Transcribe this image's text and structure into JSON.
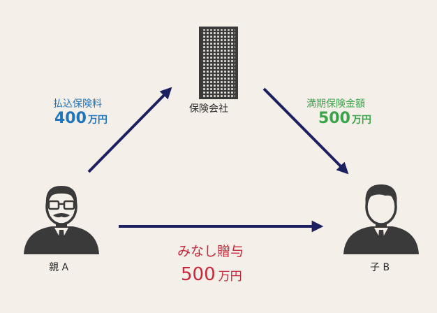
{
  "nodes": {
    "insurer": {
      "label": "保険会社"
    },
    "parent": {
      "label": "親 A"
    },
    "child": {
      "label": "子 B"
    }
  },
  "flows": {
    "premium": {
      "title": "払込保険料",
      "amount": "400",
      "unit": "万円",
      "color": "#1f74bd"
    },
    "maturity": {
      "title": "満期保険金額",
      "amount": "500",
      "unit": "万円",
      "color": "#3aa44a"
    },
    "gift": {
      "title": "みなし贈与",
      "amount": "500",
      "unit": "万円",
      "color": "#c8263a"
    }
  },
  "colors": {
    "arrow": "#1c2060",
    "background": "#f4efe8",
    "icon": "#3a3a3a"
  }
}
